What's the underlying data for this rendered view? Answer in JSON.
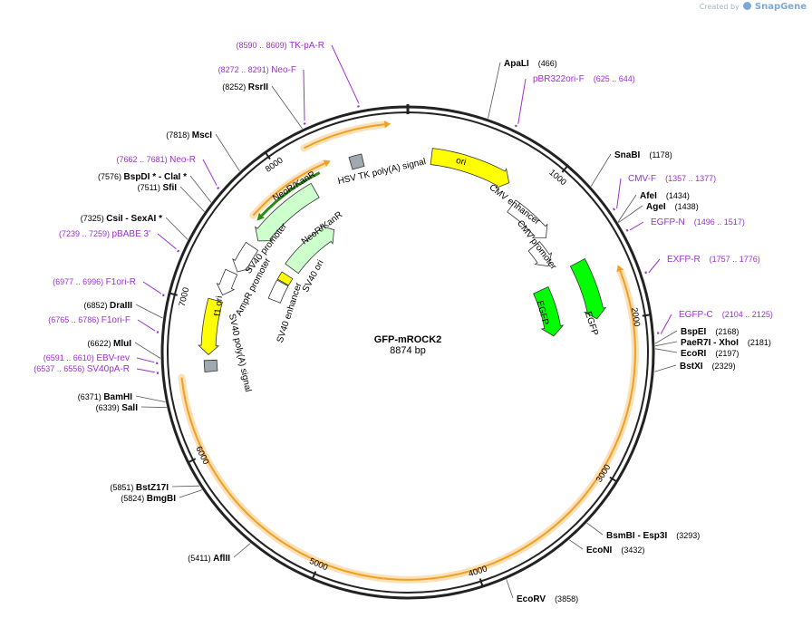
{
  "credit": {
    "prefix": "Created by",
    "brand": "SnapGene"
  },
  "plasmid": {
    "name": "GFP-mROCK2",
    "length_label": "8874 bp",
    "length": 8874
  },
  "ring_ticks": [
    {
      "bp": 1000,
      "label": "1000"
    },
    {
      "bp": 2000,
      "label": "2000"
    },
    {
      "bp": 3000,
      "label": "3000"
    },
    {
      "bp": 4000,
      "label": "4000"
    },
    {
      "bp": 5000,
      "label": "5000"
    },
    {
      "bp": 6000,
      "label": "6000"
    },
    {
      "bp": 7000,
      "label": "7000"
    },
    {
      "bp": 8000,
      "label": "8000"
    }
  ],
  "enzymes": [
    {
      "name": "ApaLI",
      "pos": "(466)"
    },
    {
      "name": "SnaBI",
      "pos": "(1178)"
    },
    {
      "name": "AfeI",
      "pos": "(1434)"
    },
    {
      "name": "AgeI",
      "pos": "(1438)"
    },
    {
      "name": "BspEI",
      "pos": "(2168)"
    },
    {
      "name": "PaeR7I - XhoI",
      "pos": "(2181)"
    },
    {
      "name": "EcoRI",
      "pos": "(2197)"
    },
    {
      "name": "BstXI",
      "pos": "(2329)"
    },
    {
      "name": "BsmBI - Esp3I",
      "pos": "(3293)"
    },
    {
      "name": "EcoNI",
      "pos": "(3432)"
    },
    {
      "name": "EcoRV",
      "pos": "(3858)"
    },
    {
      "name": "AflII",
      "pos": "(5411)"
    },
    {
      "name": "BmgBI",
      "pos": "(5824)"
    },
    {
      "name": "BstZ17I",
      "pos": "(5851)"
    },
    {
      "name": "SalI",
      "pos": "(6339)"
    },
    {
      "name": "BamHI",
      "pos": "(6371)"
    },
    {
      "name": "MluI",
      "pos": "(6622)"
    },
    {
      "name": "DraIII",
      "pos": "(6852)"
    },
    {
      "name": "CsiI - SexAI *",
      "pos": "(7325)"
    },
    {
      "name": "SfiI",
      "pos": "(7511)"
    },
    {
      "name": "BspDI * - ClaI *",
      "pos": "(7576)"
    },
    {
      "name": "MscI",
      "pos": "(7818)"
    },
    {
      "name": "RsrII",
      "pos": "(8252)"
    }
  ],
  "primers": [
    {
      "name": "TK-pA-R",
      "range": "(8590 .. 8609)"
    },
    {
      "name": "Neo-F",
      "range": "(8272 .. 8291)"
    },
    {
      "name": "pBR322ori-F",
      "range": "(625 .. 644)"
    },
    {
      "name": "Neo-R",
      "range": "(7662 .. 7681)"
    },
    {
      "name": "CMV-F",
      "range": "(1357 .. 1377)"
    },
    {
      "name": "EGFP-N",
      "range": "(1496 .. 1517)"
    },
    {
      "name": "pBABE 3'",
      "range": "(7239 .. 7259)"
    },
    {
      "name": "EXFP-R",
      "range": "(1757 .. 1776)"
    },
    {
      "name": "F1ori-R",
      "range": "(6977 .. 6996)"
    },
    {
      "name": "EGFP-C",
      "range": "(2104 .. 2125)"
    },
    {
      "name": "F1ori-F",
      "range": "(6765 .. 6786)"
    },
    {
      "name": "EBV-rev",
      "range": "(6591 .. 6610)"
    },
    {
      "name": "SV40pA-R",
      "range": "(6537 .. 6556)"
    }
  ],
  "features": [
    {
      "name": "ori",
      "color": "#ffff00",
      "kind": "arrow"
    },
    {
      "name": "CMV enhancer",
      "color": "#ffffff",
      "kind": "arrow"
    },
    {
      "name": "CMV promoter",
      "color": "#ffffff",
      "kind": "arrow"
    },
    {
      "name": "EGFP",
      "color": "#00ff00",
      "kind": "arrow"
    },
    {
      "name": "EGFP",
      "color": "#00ff00",
      "kind": "arrow"
    },
    {
      "name": "HSV TK poly(A) signal",
      "color": "#a0a8b0",
      "kind": "box"
    },
    {
      "name": "NeoR/KanR",
      "color": "#ccffcc",
      "kind": "arrow"
    },
    {
      "name": "NeoR/KanR",
      "color": "#ccffcc",
      "kind": "arrow"
    },
    {
      "name": "SV40 promoter",
      "color": "#ffffff",
      "kind": "arrow"
    },
    {
      "name": "SV40 ori",
      "color": "#ffff00",
      "kind": "box"
    },
    {
      "name": "SV40 enhancer",
      "color": "#ffffff",
      "kind": "box"
    },
    {
      "name": "AmpR promoter",
      "color": "#ffffff",
      "kind": "arrow"
    },
    {
      "name": "f1 ori",
      "color": "#ffff00",
      "kind": "arrow"
    },
    {
      "name": "SV40 poly(A) signal",
      "color": "#a0a8b0",
      "kind": "box"
    }
  ],
  "colors": {
    "backbone": "#222222",
    "primer": "#9b30d0",
    "enzyme": "#000000",
    "orf": "#f0a020",
    "orf_glow": "#fbe0b8",
    "green_strand": "#2a8c10",
    "leader": "#555555"
  }
}
